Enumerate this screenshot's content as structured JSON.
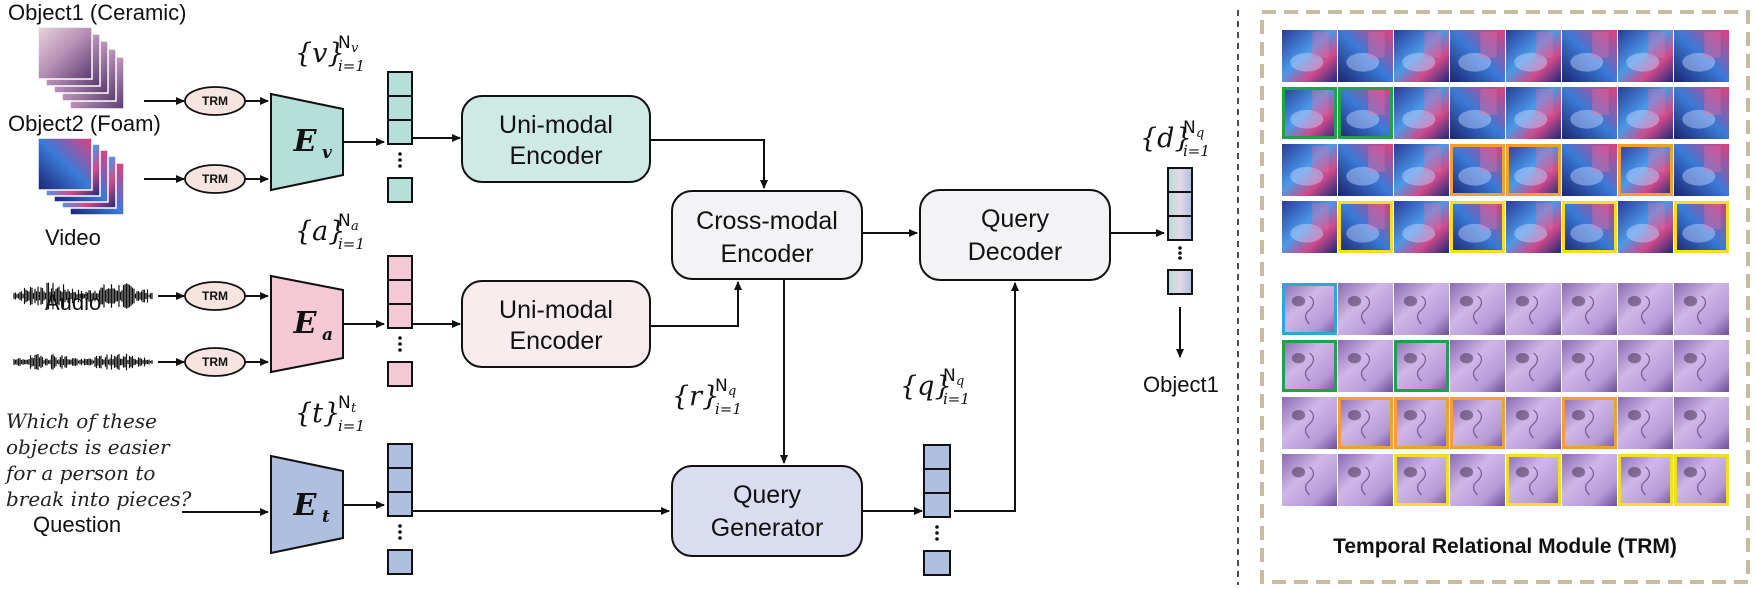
{
  "inputs": {
    "object1": "Object1 (Ceramic)",
    "object2": "Object2 (Foam)",
    "video": "Video",
    "audio": "Audio",
    "question_lines": [
      "Which of these",
      "objects is easier",
      "for a person to",
      "break into pieces?"
    ],
    "question_label": "Question"
  },
  "trm": {
    "label": "TRM",
    "module_title": "Temporal Relational Module (TRM)"
  },
  "encoders": {
    "ev": {
      "main": "E",
      "sub": "v"
    },
    "ea": {
      "main": "E",
      "sub": "a"
    },
    "et": {
      "main": "E",
      "sub": "t"
    }
  },
  "sets": {
    "v": {
      "var": "v",
      "sub": "i=1",
      "sup": "N",
      "supsub": "v"
    },
    "a": {
      "var": "a",
      "sub": "i=1",
      "sup": "N",
      "supsub": "a"
    },
    "t": {
      "var": "t",
      "sub": "i=1",
      "sup": "N",
      "supsub": "t"
    },
    "r": {
      "var": "r",
      "sub": "i=1",
      "sup": "N",
      "supsub": "q"
    },
    "q": {
      "var": "q",
      "sub": "i=1",
      "sup": "N",
      "supsub": "q"
    },
    "d": {
      "var": "d",
      "sub": "i=1",
      "sup": "N",
      "supsub": "q"
    }
  },
  "blocks": {
    "uni_video": [
      "Uni-modal",
      "Encoder"
    ],
    "uni_audio": [
      "Uni-modal",
      "Encoder"
    ],
    "cross": [
      "Cross-modal",
      "Encoder"
    ],
    "query_gen": [
      "Query",
      "Generator"
    ],
    "query_dec": [
      "Query",
      "Decoder"
    ]
  },
  "output": {
    "answer": "Object1"
  },
  "colors": {
    "video_teal": "#b5dfd8",
    "video_teal_box": "#cfeae4",
    "audio_pink": "#f4c8d4",
    "audio_pink_box": "#f8ecef",
    "text_blue": "#aebfe0",
    "query_gen": "#dadcef",
    "cross_dec": "#f3f3f6",
    "trm_oval": "#f7e3df",
    "dashed_frame": "#c9bba0",
    "frame_green": "#22a04a",
    "frame_orange": "#f0a030",
    "frame_yellow": "#f5dd20",
    "frame_blue": "#2aa6e0"
  },
  "trm_grid": {
    "rows": [
      {
        "group": "foam",
        "highlights": []
      },
      {
        "group": "foam",
        "highlights": [
          {
            "col": 0,
            "color": "green"
          },
          {
            "col": 1,
            "color": "green"
          }
        ]
      },
      {
        "group": "foam",
        "highlights": [
          {
            "col": 3,
            "color": "orange"
          },
          {
            "col": 4,
            "color": "orange"
          },
          {
            "col": 6,
            "color": "orange"
          }
        ]
      },
      {
        "group": "foam",
        "highlights": [
          {
            "col": 1,
            "color": "yellow"
          },
          {
            "col": 3,
            "color": "yellow"
          },
          {
            "col": 5,
            "color": "yellow"
          },
          {
            "col": 7,
            "color": "yellow"
          }
        ]
      },
      {
        "group": "ceramic",
        "highlights": [
          {
            "col": 0,
            "color": "blue"
          }
        ]
      },
      {
        "group": "ceramic",
        "highlights": [
          {
            "col": 0,
            "color": "green"
          },
          {
            "col": 2,
            "color": "green"
          }
        ]
      },
      {
        "group": "ceramic",
        "highlights": [
          {
            "col": 1,
            "color": "orange"
          },
          {
            "col": 2,
            "color": "orange"
          },
          {
            "col": 3,
            "color": "orange"
          },
          {
            "col": 5,
            "color": "orange"
          }
        ]
      },
      {
        "group": "ceramic",
        "highlights": [
          {
            "col": 2,
            "color": "yellow"
          },
          {
            "col": 4,
            "color": "yellow"
          },
          {
            "col": 6,
            "color": "yellow"
          },
          {
            "col": 7,
            "color": "yellow"
          }
        ]
      }
    ]
  }
}
